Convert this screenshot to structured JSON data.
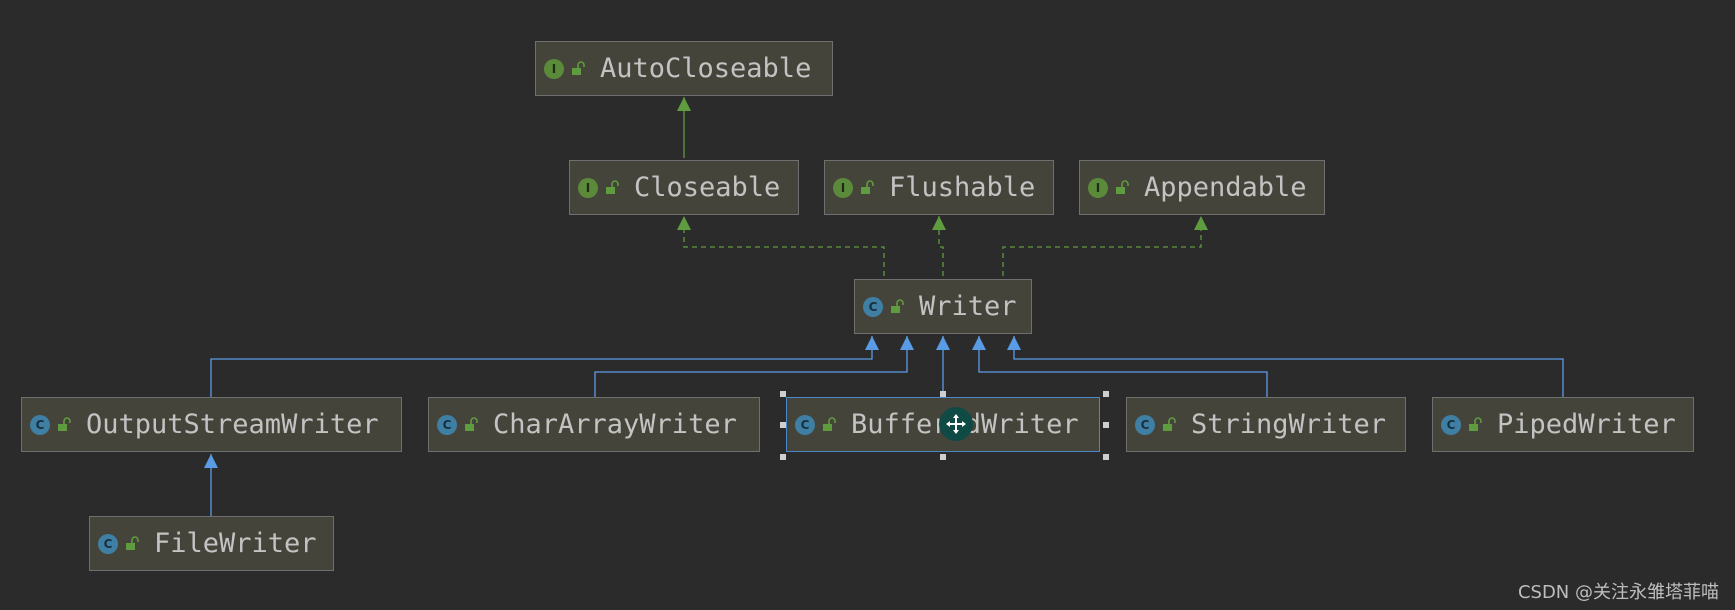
{
  "nodes": {
    "autocloseable": {
      "label": "AutoCloseable",
      "kind": "interface"
    },
    "closeable": {
      "label": "Closeable",
      "kind": "interface"
    },
    "flushable": {
      "label": "Flushable",
      "kind": "interface"
    },
    "appendable": {
      "label": "Appendable",
      "kind": "interface"
    },
    "writer": {
      "label": "Writer",
      "kind": "class"
    },
    "outputstreamwriter": {
      "label": "OutputStreamWriter",
      "kind": "class"
    },
    "chararraywriter": {
      "label": "CharArrayWriter",
      "kind": "class"
    },
    "bufferedwriter": {
      "label": "BufferedWriter",
      "kind": "class",
      "selected": true
    },
    "stringwriter": {
      "label": "StringWriter",
      "kind": "class"
    },
    "pipedwriter": {
      "label": "PipedWriter",
      "kind": "class"
    },
    "filewriter": {
      "label": "FileWriter",
      "kind": "class"
    }
  },
  "badges": {
    "interface": "I",
    "class": "C"
  },
  "edges": [
    {
      "from": "closeable",
      "to": "autocloseable",
      "type": "extends"
    },
    {
      "from": "writer",
      "to": "closeable",
      "type": "implements"
    },
    {
      "from": "writer",
      "to": "flushable",
      "type": "implements"
    },
    {
      "from": "writer",
      "to": "appendable",
      "type": "implements"
    },
    {
      "from": "outputstreamwriter",
      "to": "writer",
      "type": "extends"
    },
    {
      "from": "chararraywriter",
      "to": "writer",
      "type": "extends"
    },
    {
      "from": "bufferedwriter",
      "to": "writer",
      "type": "extends"
    },
    {
      "from": "stringwriter",
      "to": "writer",
      "type": "extends"
    },
    {
      "from": "pipedwriter",
      "to": "writer",
      "type": "extends"
    },
    {
      "from": "filewriter",
      "to": "outputstreamwriter",
      "type": "extends"
    }
  ],
  "colors": {
    "background": "#2b2b2b",
    "node_fill": "#45443a",
    "interface_edge": "#5f9b3f",
    "class_edge": "#5a9be6",
    "selection": "#4a88c7"
  },
  "watermark": "CSDN @关注永雏塔菲喵"
}
